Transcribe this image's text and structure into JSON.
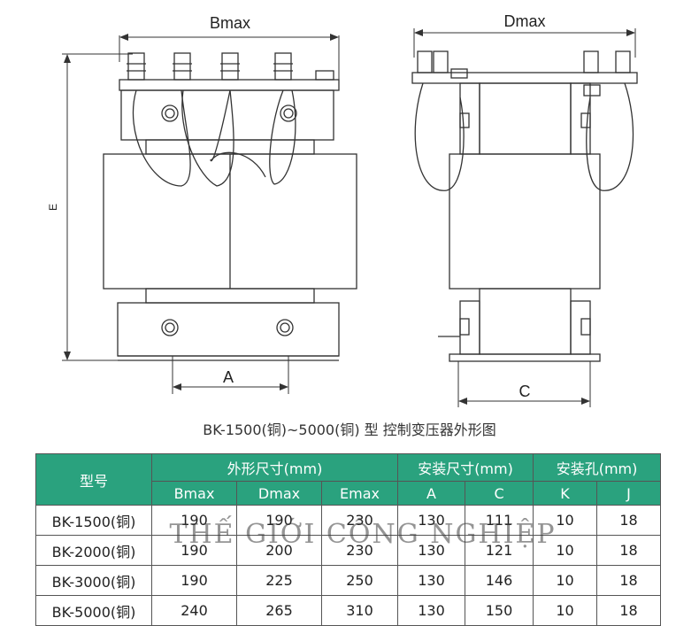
{
  "labels": {
    "bmax": "Bmax",
    "dmax": "Dmax",
    "e": "E",
    "a": "A",
    "c": "C"
  },
  "caption": "BK-1500(铜)~5000(铜) 型 控制变压器外形图",
  "table": {
    "model_header": "型号",
    "groups": [
      "外形尺寸(mm)",
      "安装尺寸(mm)",
      "安装孔(mm)"
    ],
    "columns": [
      "Bmax",
      "Dmax",
      "Emax",
      "A",
      "C",
      "K",
      "J"
    ],
    "rows": [
      {
        "model": "BK-1500(铜)",
        "values": [
          "190",
          "190",
          "230",
          "130",
          "111",
          "10",
          "18"
        ]
      },
      {
        "model": "BK-2000(铜)",
        "values": [
          "190",
          "200",
          "230",
          "130",
          "121",
          "10",
          "18"
        ]
      },
      {
        "model": "BK-3000(铜)",
        "values": [
          "190",
          "225",
          "250",
          "130",
          "146",
          "10",
          "18"
        ]
      },
      {
        "model": "BK-5000(铜)",
        "values": [
          "240",
          "265",
          "310",
          "130",
          "150",
          "10",
          "18"
        ]
      }
    ]
  },
  "watermark": "THẾ GIỚI CÔNG NGHIỆP",
  "colors": {
    "header_bg": "#2aa27e",
    "header_text": "#ffffff",
    "line": "#333333"
  }
}
